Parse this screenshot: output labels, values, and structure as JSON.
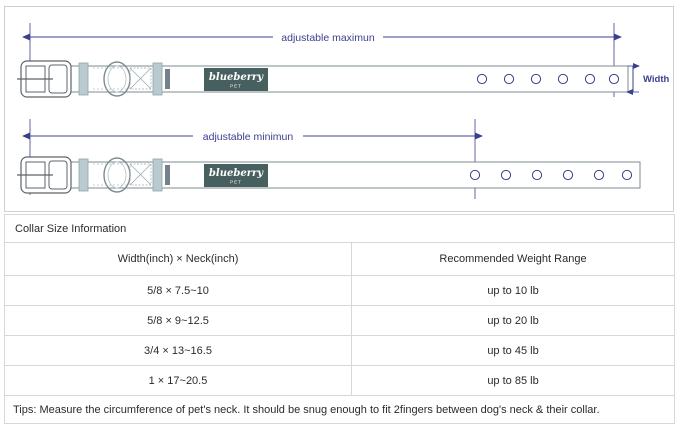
{
  "diagram": {
    "top": {
      "label": "adjustable maximun",
      "brand_name": "blueberry",
      "brand_sub": "PET",
      "holes": 6,
      "width_label": "Width"
    },
    "bottom": {
      "label": "adjustable minimun",
      "brand_name": "blueberry",
      "brand_sub": "PET",
      "holes": 6
    },
    "colors": {
      "arrow": "#3b3f8f",
      "strap_outline": "#7e8b93",
      "keeper": "#b9cbcf",
      "logo_bg": "#47605f",
      "hole_outline": "#3b3f8f"
    }
  },
  "table": {
    "title": "Collar Size Information",
    "headers": [
      "Width(inch)  ×  Neck(inch)",
      "Recommended Weight Range"
    ],
    "rows": [
      [
        "5/8 × 7.5~10",
        "up to 10 lb"
      ],
      [
        "5/8 × 9~12.5",
        "up to 20 lb"
      ],
      [
        "3/4 × 13~16.5",
        "up to 45 lb"
      ],
      [
        "1 × 17~20.5",
        "up to 85 lb"
      ]
    ],
    "tips": "Tips: Measure the circumference of pet's neck. It should be snug enough to fit 2fingers between dog's neck & their collar."
  }
}
